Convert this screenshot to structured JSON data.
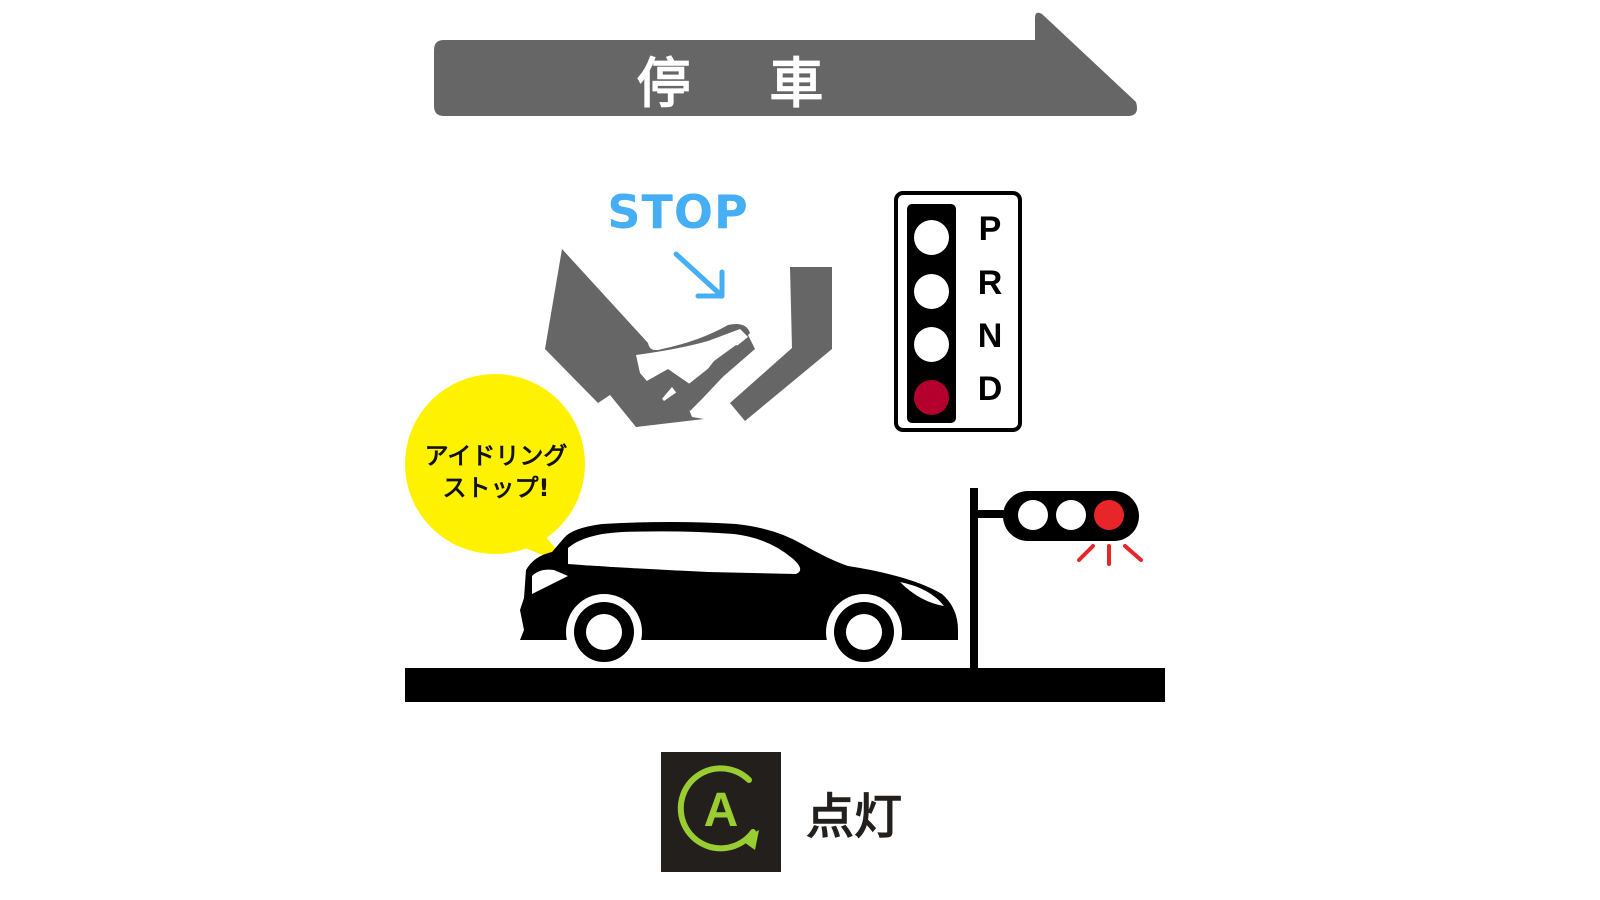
{
  "banner": {
    "title": "停 車"
  },
  "pedal": {
    "label": "STOP"
  },
  "gear": {
    "positions": [
      "P",
      "R",
      "N",
      "D"
    ],
    "selected": "D"
  },
  "bubble": {
    "lines": [
      "アイドリング",
      "ストップ!"
    ]
  },
  "traffic_light": {
    "active": "red"
  },
  "indicator": {
    "letter": "A",
    "status": "点灯"
  },
  "colors": {
    "banner": "#666666",
    "stop_text": "#45aef4",
    "gear_active": "#b3002d",
    "bubble": "#fff200",
    "signal_red": "#e8262a",
    "indicator_green": "#9acd32",
    "indicator_bg": "#231f1c"
  }
}
